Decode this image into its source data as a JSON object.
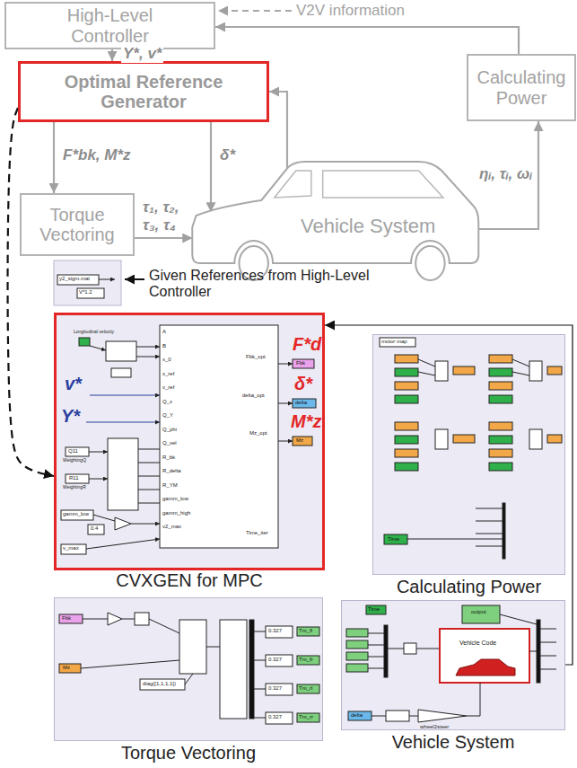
{
  "diagram": {
    "nodes": [
      {
        "text": [
          "High-Level Controller"
        ]
      },
      {
        "text": [
          "Optimal Reference Generator"
        ]
      },
      {
        "text": [
          "Torque Vectoring"
        ]
      },
      {
        "text": [
          "Vehicle System"
        ]
      },
      {
        "text": [
          "Calculating Power"
        ]
      },
      {
        "text": [
          "CVXGEN for MPC"
        ]
      },
      {
        "text": [
          "Calculating Power"
        ]
      },
      {
        "text": [
          "Torque Vectoring"
        ]
      },
      {
        "text": [
          "Vehicle System"
        ]
      }
    ],
    "edges": [
      {
        "from": 0,
        "to": 1,
        "label": "Y*, v*",
        "arrow": "to"
      },
      {
        "from": 1,
        "to": 2,
        "label": "F*bk, M*z",
        "arrow": "to"
      },
      {
        "from": 1,
        "to": 3,
        "label": "δ*",
        "arrow": "to"
      },
      {
        "from": 2,
        "to": 3,
        "label": "τ₁, τ₂, τ₃, τ₄",
        "arrow": "to"
      },
      {
        "from": 3,
        "to": 1,
        "arrow": "to"
      },
      {
        "from": 3,
        "to": 4,
        "label": "ηᵢ, τᵢ, ωᵢ",
        "arrow": "to"
      },
      {
        "from": 4,
        "to": 0,
        "arrow": "to"
      },
      {
        "from": 1,
        "to": 5,
        "arrow": "to"
      },
      {
        "from": 8,
        "to": 5,
        "arrow": "to"
      }
    ],
    "labels": [
      "V2V information",
      "Given References from High-Level Controller",
      "F*d",
      "δ*",
      "M*z",
      "v*",
      "Y*",
      "A",
      "B",
      "x_0",
      "x_ref",
      "v_ref",
      "Q_x",
      "Q_Y",
      "Q_phi",
      "Q_vel",
      "R_bk",
      "R_delta",
      "R_YM",
      "gamm_low",
      "gamm_high",
      "v2_max",
      "Fbk_opt",
      "delta_opt",
      "Mz_opt",
      "Time_iter",
      "Longitudinal velocity",
      "Q11",
      "WeightingQ",
      "R11",
      "WeightingR",
      "gamm_low",
      "0.4",
      "v_max",
      "y2_sigm.mat",
      "V*1.2",
      "Fbk",
      "delta",
      "Mz",
      "motor map",
      "Time",
      "Fbk",
      "Mz",
      "diag([1,1,1,1])",
      "0.327",
      "0.327",
      "0.327",
      "0.327",
      "Tm_fl",
      "Tm_fr",
      "Tm_rl",
      "Tm_rr",
      "Time",
      "output",
      "Vehicle Code",
      "delta",
      "wheel2steer"
    ]
  }
}
